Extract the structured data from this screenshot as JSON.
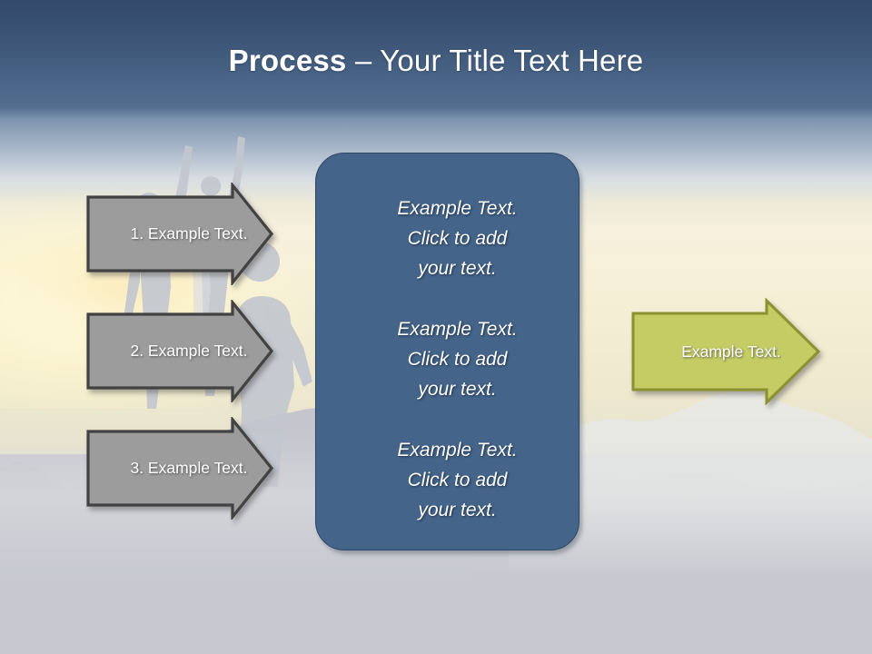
{
  "slide": {
    "title_strong": "Process",
    "title_rest": " – Your Title Text Here",
    "background": {
      "sky_top_color": "#32496b",
      "sky_mid_color": "#536d8e",
      "cream_color": "#f7f1da",
      "ground_color": "#c7c8d0",
      "silhouette_color": "#c3c7cf"
    }
  },
  "steps": {
    "accent_fill": "#9c9c9c",
    "accent_border": "#424242",
    "items": [
      {
        "label": "1. Example Text."
      },
      {
        "label": "2. Example Text."
      },
      {
        "label": "3. Example Text."
      }
    ]
  },
  "panel": {
    "fill": "#446489",
    "border": "#2c4865",
    "blocks": [
      "Example Text.\nClick  to add\nyour text.",
      "Example Text.\nClick  to add\nyour text.",
      "Example Text.\nClick  to add\nyour text."
    ]
  },
  "result": {
    "fill": "#c4cc63",
    "border": "#8b9130",
    "label": "Example Text."
  }
}
